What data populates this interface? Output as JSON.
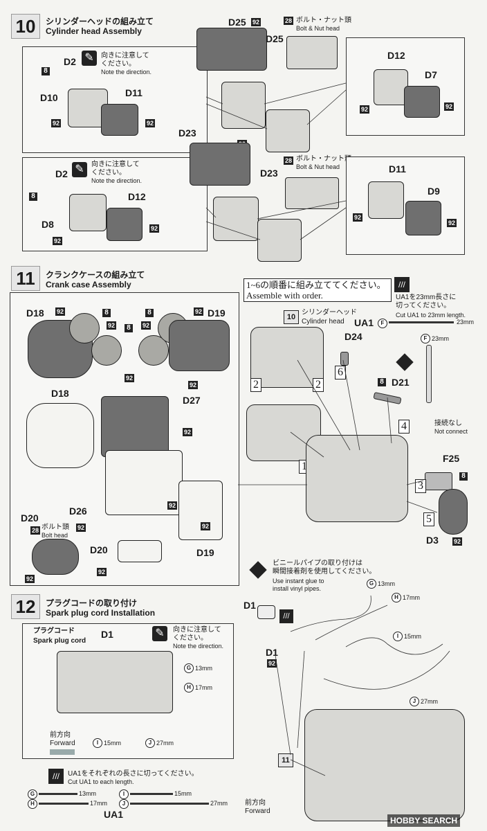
{
  "step10": {
    "number": "10",
    "title_jp": "シリンダーヘッドの組み立て",
    "title_en": "Cylinder head Assembly",
    "direction_jp": "向きに注意して\nください。",
    "direction_en": "Note the direction.",
    "bolt_nut_jp": "ボルト・ナット頭",
    "bolt_nut_en": "Bolt & Nut head",
    "parts": {
      "d25": "D25",
      "d25b": "D25",
      "d2": "D2",
      "d10": "D10",
      "d11": "D11",
      "d12": "D12",
      "d7": "D7",
      "d23": "D23",
      "d23b": "D23",
      "d2b": "D2",
      "d8": "D8",
      "d12b": "D12",
      "d11b": "D11",
      "d9": "D9"
    },
    "tags": {
      "t92": "92",
      "t8": "8",
      "t28": "28"
    }
  },
  "step11": {
    "number": "11",
    "title_jp": "クランクケースの組み立て",
    "title_en": "Crank case Assembly",
    "order_jp": "1~6の順番に組み立ててください。",
    "order_en": "Assemble with order.",
    "cut_jp": "UA1を23mm長さに\n切ってください。",
    "cut_en": "Cut UA1 to 23mm length.",
    "ua1": "UA1",
    "len23": "23mm",
    "cyl_ref_num": "10",
    "cyl_ref_jp": "シリンダーヘッド",
    "cyl_ref_en": "Cylinder head",
    "f23": "23mm",
    "no_connect_jp": "接続なし",
    "no_connect_en": "Not connect",
    "bolt_head_jp": "ボルト頭",
    "bolt_head_en": "Bolt head",
    "vinyl_jp": "ビニールパイプの取り付けは\n瞬間接着剤を使用してください。",
    "vinyl_en": "Use instant glue to\ninstall vinyl pipes.",
    "parts": {
      "d18": "D18",
      "d19": "D19",
      "d18b": "D18",
      "d27": "D27",
      "d26": "D26",
      "d20": "D20",
      "d20b": "D20",
      "d19b": "D19",
      "d24": "D24",
      "d21": "D21",
      "f25": "F25",
      "d3": "D3"
    },
    "order_marks": [
      "1",
      "2",
      "2",
      "3",
      "4",
      "5",
      "6"
    ]
  },
  "step12": {
    "number": "12",
    "title_jp": "プラグコードの取り付け",
    "title_en": "Spark plug cord Installation",
    "cord_jp": "プラグコード",
    "cord_en": "Spark plug cord",
    "d1": "D1",
    "direction_jp": "向きに注意して\nください。",
    "direction_en": "Note the direction.",
    "forward_jp": "前方向",
    "forward_en": "Forward",
    "cut_each_jp": "UA1をそれぞれの長さに切ってください。",
    "cut_each_en": "Cut UA1 to each length.",
    "lengths": [
      {
        "key": "G",
        "len": "13mm"
      },
      {
        "key": "H",
        "len": "17mm"
      },
      {
        "key": "I",
        "len": "15mm"
      },
      {
        "key": "J",
        "len": "27mm"
      }
    ],
    "ua1": "UA1",
    "ref11": "11"
  },
  "watermark": "HOBBY SEARCH"
}
